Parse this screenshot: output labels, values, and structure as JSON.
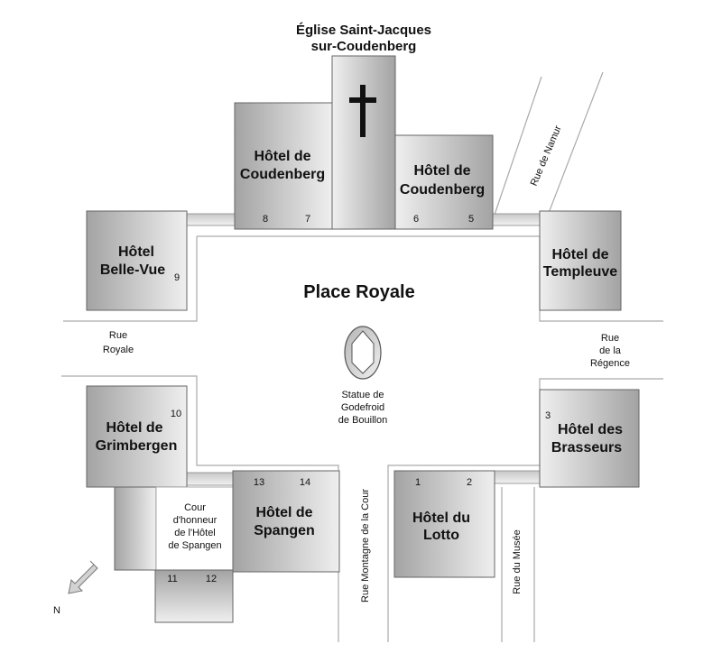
{
  "church": {
    "line1": "Église Saint-Jacques",
    "line2": "sur-Coudenberg"
  },
  "square": {
    "name": "Place Royale"
  },
  "statue": {
    "line1": "Statue de",
    "line2": "Godefroid",
    "line3": "de Bouillon"
  },
  "buildings": {
    "coudenberg_left": {
      "line1": "Hôtel de",
      "line2": "Coudenberg"
    },
    "coudenberg_right": {
      "line1": "Hôtel de",
      "line2": "Coudenberg"
    },
    "belle_vue": {
      "line1": "Hôtel",
      "line2": "Belle-Vue"
    },
    "templeuve": {
      "line1": "Hôtel de",
      "line2": "Templeuve"
    },
    "grimbergen": {
      "line1": "Hôtel de",
      "line2": "Grimbergen"
    },
    "brasseurs": {
      "line1": "Hôtel des",
      "line2": "Brasseurs"
    },
    "spangen": {
      "line1": "Hôtel de",
      "line2": "Spangen"
    },
    "lotto": {
      "line1": "Hôtel du",
      "line2": "Lotto"
    },
    "cour": {
      "line1": "Cour",
      "line2": "d'honneur",
      "line3": "de l'Hôtel",
      "line4": "de Spangen"
    }
  },
  "numbers": {
    "n1": "1",
    "n2": "2",
    "n3": "3",
    "n5": "5",
    "n6": "6",
    "n7": "7",
    "n8": "8",
    "n9": "9",
    "n10": "10",
    "n11": "11",
    "n12": "12",
    "n13": "13",
    "n14": "14"
  },
  "streets": {
    "royale": {
      "line1": "Rue",
      "line2": "Royale"
    },
    "regence": {
      "line1": "Rue",
      "line2": "de la",
      "line3": "Régence"
    },
    "namur": "Rue de Namur",
    "montagne": "Rue Montagne de la Cour",
    "musee": "Rue du Musée"
  },
  "compass": {
    "label": "N"
  },
  "colors": {
    "building_dark": "#9a9a9a",
    "building_light": "#ececec",
    "road_line": "#aaaaaa",
    "connector": "#d8d8d8",
    "cross": "#111111"
  }
}
